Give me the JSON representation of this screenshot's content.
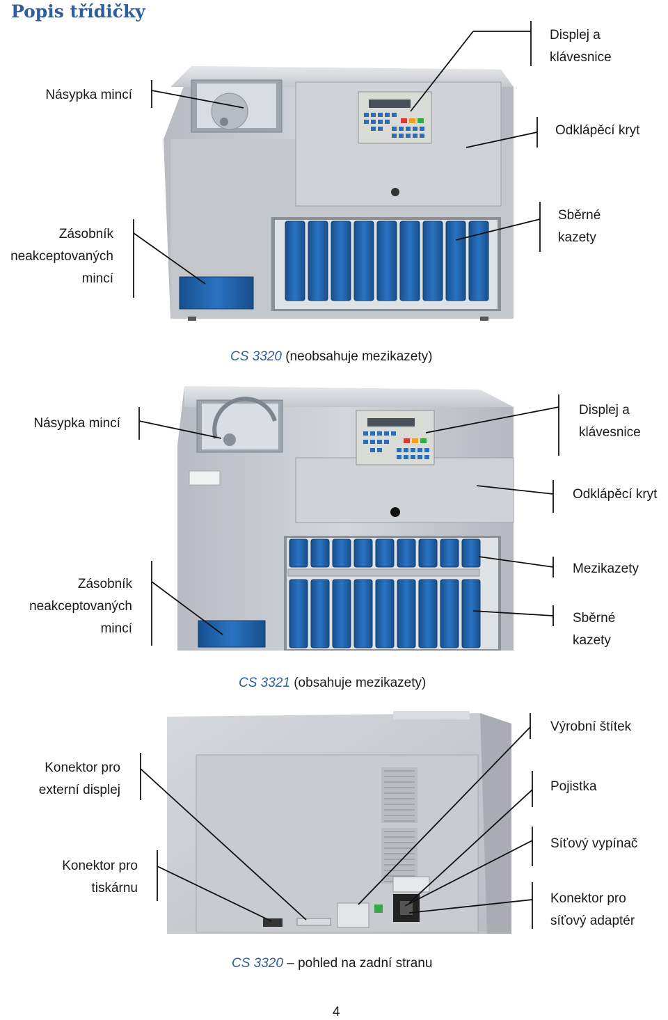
{
  "title": "Popis třídičky",
  "figure1": {
    "caption_model": "CS 3320",
    "caption_text": " (neobsahuje mezikazety)",
    "labels": {
      "hopper": "Násypka mincí",
      "display_line1": "Displej a",
      "display_line2": "klávesnice",
      "cover": "Odklápěcí kryt",
      "reject_line1": "Zásobník",
      "reject_line2": "neakceptovaných",
      "reject_line3": "mincí",
      "cassettes_line1": "Sběrné",
      "cassettes_line2": "kazety"
    }
  },
  "figure2": {
    "caption_model": "CS 3321",
    "caption_text": " (obsahuje mezikazety)",
    "labels": {
      "hopper": "Násypka mincí",
      "display_line1": "Displej a",
      "display_line2": "klávesnice",
      "cover": "Odklápěcí kryt",
      "reject_line1": "Zásobník",
      "reject_line2": "neakceptovaných",
      "reject_line3": "mincí",
      "intermediate": "Mezikazety",
      "cassettes_line1": "Sběrné",
      "cassettes_line2": "kazety"
    }
  },
  "figure3": {
    "caption_model": "CS 3320",
    "caption_text": " – pohled na zadní stranu",
    "labels": {
      "ext_display_line1": "Konektor pro",
      "ext_display_line2": "externí displej",
      "printer_line1": "Konektor pro",
      "printer_line2": "tiskárnu",
      "nameplate": "Výrobní štítek",
      "fuse": "Pojistka",
      "switch": "Síťový vypínač",
      "adapter_line1": "Konektor pro",
      "adapter_line2": "síťový adaptér"
    }
  },
  "page_number": "4",
  "colors": {
    "title": "#2f5e9e",
    "machine_body": "#c9cdd3",
    "cassette_blue": "#1f5fa8",
    "keypad_red": "#d43a3a",
    "keypad_green": "#3aa64a",
    "keypad_orange": "#f0a020"
  }
}
